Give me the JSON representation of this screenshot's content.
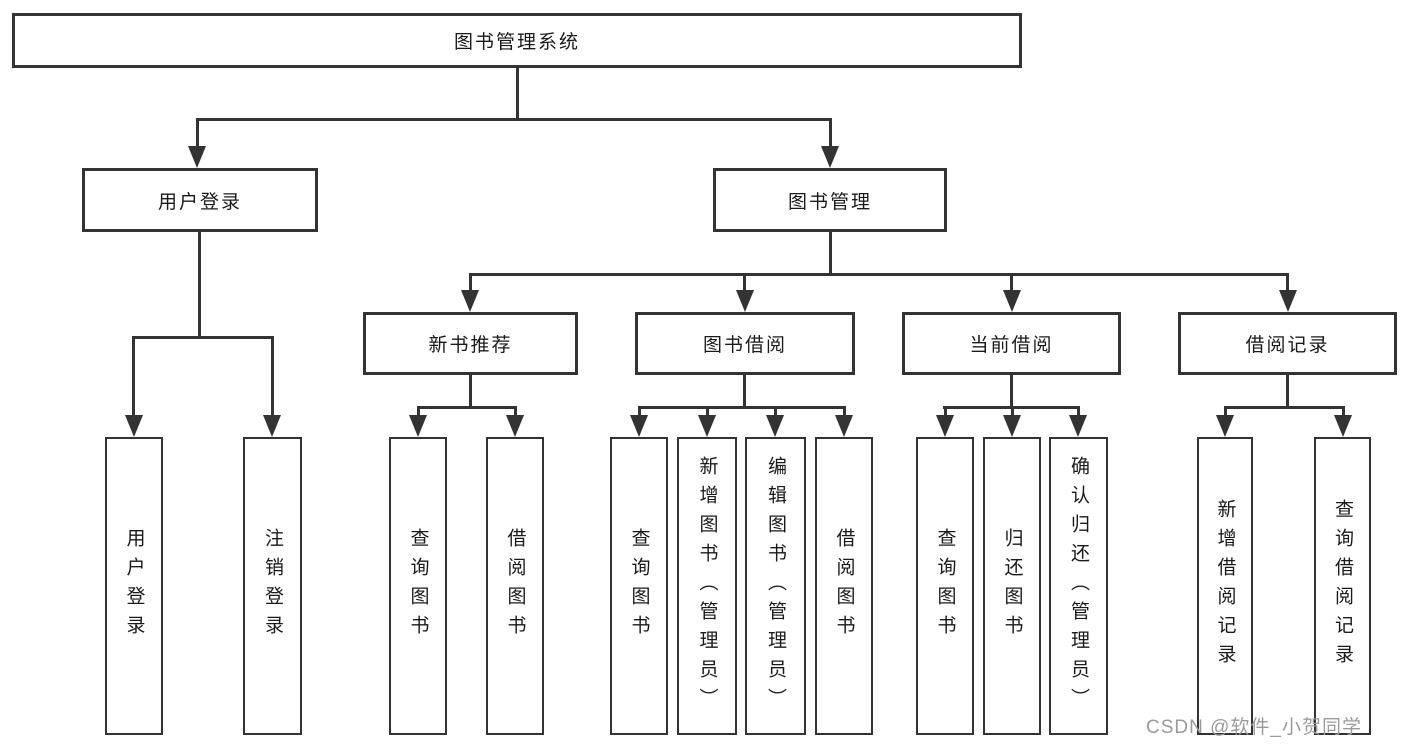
{
  "colors": {
    "line": "#333333",
    "text": "#1a1a1a",
    "background": "#ffffff",
    "watermark": "#9b9b9b"
  },
  "watermark": {
    "text": "CSDN @软件_小贺同学"
  },
  "diagram": {
    "root": {
      "label": "图书管理系统"
    },
    "branches": [
      {
        "label": "用户登录",
        "children": [
          {
            "label": "用户登录"
          },
          {
            "label": "注销登录"
          }
        ]
      },
      {
        "label": "图书管理",
        "children": [
          {
            "label": "新书推荐",
            "children": [
              {
                "label": "查询图书"
              },
              {
                "label": "借阅图书"
              }
            ]
          },
          {
            "label": "图书借阅",
            "children": [
              {
                "label": "查询图书"
              },
              {
                "label": "新增图书（管理员）"
              },
              {
                "label": "编辑图书（管理员）"
              },
              {
                "label": "借阅图书"
              }
            ]
          },
          {
            "label": "当前借阅",
            "children": [
              {
                "label": "查询图书"
              },
              {
                "label": "归还图书"
              },
              {
                "label": "确认归还（管理员）"
              }
            ]
          },
          {
            "label": "借阅记录",
            "children": [
              {
                "label": "新增借阅记录"
              },
              {
                "label": "查询借阅记录"
              }
            ]
          }
        ]
      }
    ]
  }
}
